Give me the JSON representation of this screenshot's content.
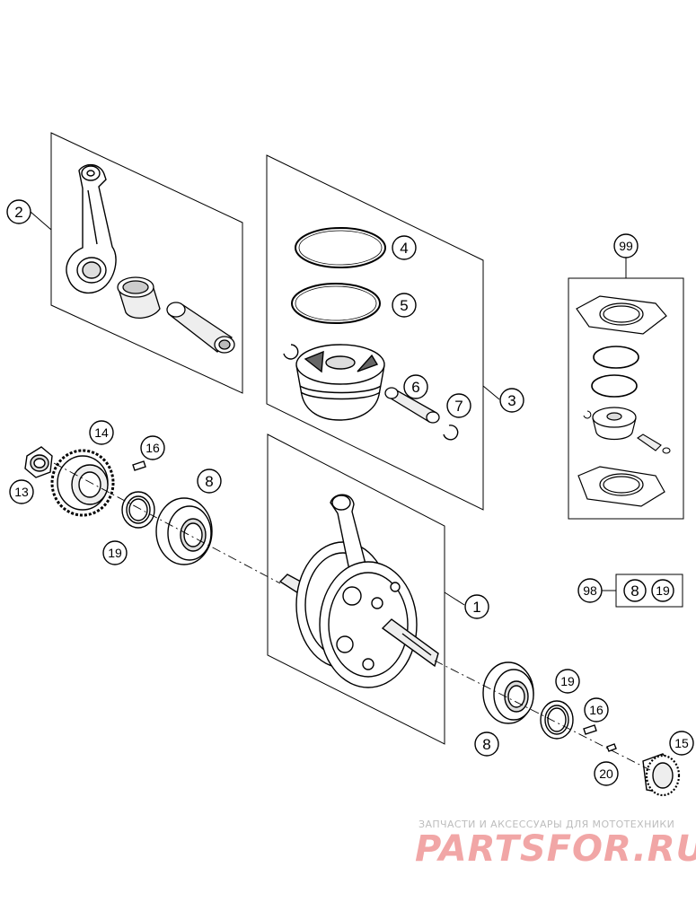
{
  "callouts": {
    "c1": "1",
    "c2": "2",
    "c3": "3",
    "c4": "4",
    "c5": "5",
    "c6": "6",
    "c7": "7",
    "c8a": "8",
    "c8b": "8",
    "c13": "13",
    "c14": "14",
    "c15": "15",
    "c16a": "16",
    "c16b": "16",
    "c19a": "19",
    "c19b": "19",
    "c20": "20",
    "c99": "99"
  },
  "kit_box": {
    "label": "98",
    "item_a": "8",
    "item_b": "19"
  },
  "watermark": {
    "tagline": "ЗАПЧАСТИ И АКСЕССУАРЫ ДЛЯ МОТОТЕХНИКИ",
    "logo": "PARTSFOR.RU"
  }
}
